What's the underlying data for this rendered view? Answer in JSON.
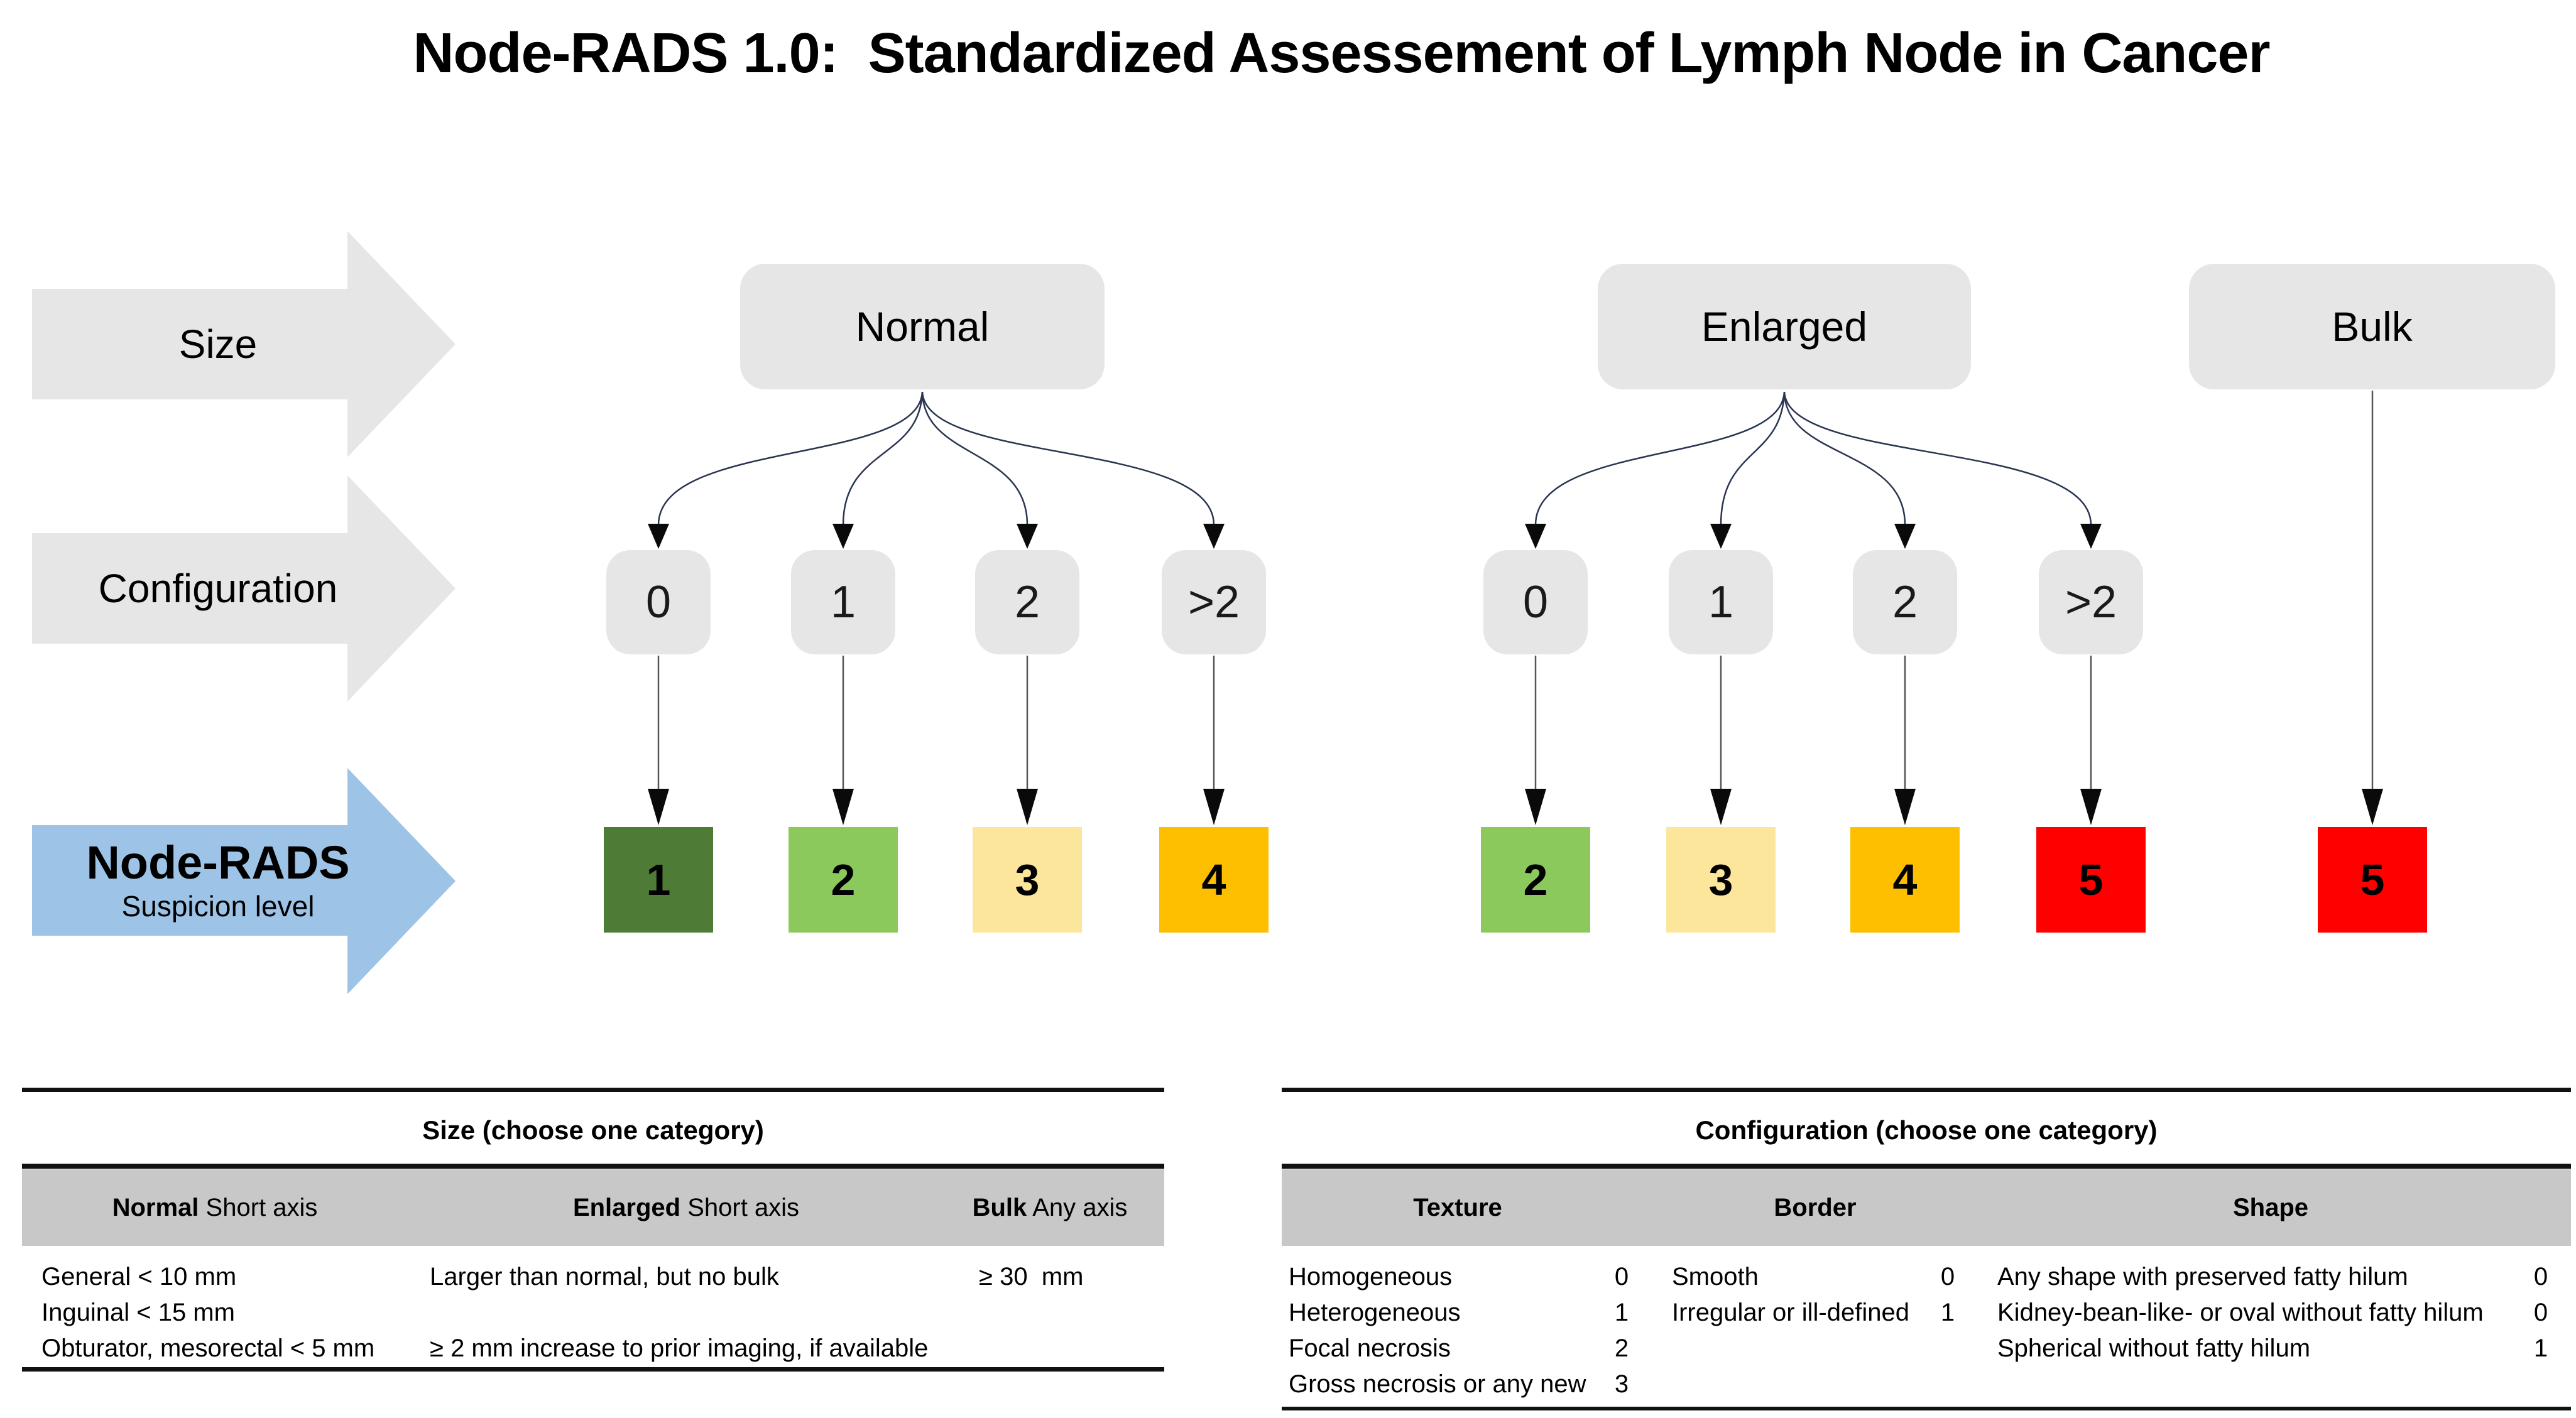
{
  "title": "Node-RADS 1.0:  Standardized Assessement of Lymph Node in Cancer",
  "stage_arrows": {
    "size": {
      "label": "Size",
      "color": "#E7E6E6"
    },
    "configuration": {
      "label": "Configuration",
      "color": "#E7E6E6"
    },
    "node_rads": {
      "label": "Node-RADS",
      "sublabel": "Suspicion level",
      "color": "#9DC3E6"
    }
  },
  "branches": {
    "normal": {
      "label": "Normal",
      "config_values": [
        "0",
        "1",
        "2",
        ">2"
      ],
      "suspicion_levels": [
        {
          "value": "1",
          "color": "#4E7B35"
        },
        {
          "value": "2",
          "color": "#8CC95C"
        },
        {
          "value": "3",
          "color": "#FCE69C"
        },
        {
          "value": "4",
          "color": "#FDBF00"
        }
      ]
    },
    "enlarged": {
      "label": "Enlarged",
      "config_values": [
        "0",
        "1",
        "2",
        ">2"
      ],
      "suspicion_levels": [
        {
          "value": "2",
          "color": "#8CC95C"
        },
        {
          "value": "3",
          "color": "#FCE69C"
        },
        {
          "value": "4",
          "color": "#FDBF00"
        },
        {
          "value": "5",
          "color": "#FF0000"
        }
      ]
    },
    "bulk": {
      "label": "Bulk",
      "suspicion_levels": [
        {
          "value": "5",
          "color": "#FF0000"
        }
      ]
    }
  },
  "size_table": {
    "title": "Size (choose one category)",
    "headers": [
      {
        "bold": "Normal",
        "rest": " Short axis"
      },
      {
        "bold": "Enlarged",
        "rest": " Short axis"
      },
      {
        "bold": "Bulk",
        "rest": " Any axis"
      }
    ],
    "rows": [
      {
        "normal": "General < 10 mm",
        "enlarged": "Larger than normal, but no bulk",
        "bulk": "≥ 30  mm"
      },
      {
        "normal": "Inguinal < 15 mm",
        "enlarged": "",
        "bulk": ""
      },
      {
        "normal": "Obturator, mesorectal < 5 mm",
        "enlarged": "≥ 2 mm increase to prior imaging, if available",
        "bulk": ""
      }
    ]
  },
  "config_table": {
    "title": "Configuration (choose one category)",
    "headers": [
      "Texture",
      "Border",
      "Shape"
    ],
    "texture_rows": [
      {
        "label": "Homogeneous",
        "score": "0"
      },
      {
        "label": "Heterogeneous",
        "score": "1"
      },
      {
        "label": "Focal necrosis",
        "score": "2"
      },
      {
        "label": "Gross necrosis or any new",
        "score": "3"
      }
    ],
    "border_rows": [
      {
        "label": "Smooth",
        "score": "0"
      },
      {
        "label": "Irregular or ill-defined",
        "score": "1"
      }
    ],
    "shape_rows": [
      {
        "label": "Any shape with preserved fatty hilum",
        "score": "0"
      },
      {
        "label": "Kidney-bean-like- or oval without fatty hilum",
        "score": "0"
      },
      {
        "label": "Spherical without fatty hilum",
        "score": "1"
      }
    ]
  }
}
